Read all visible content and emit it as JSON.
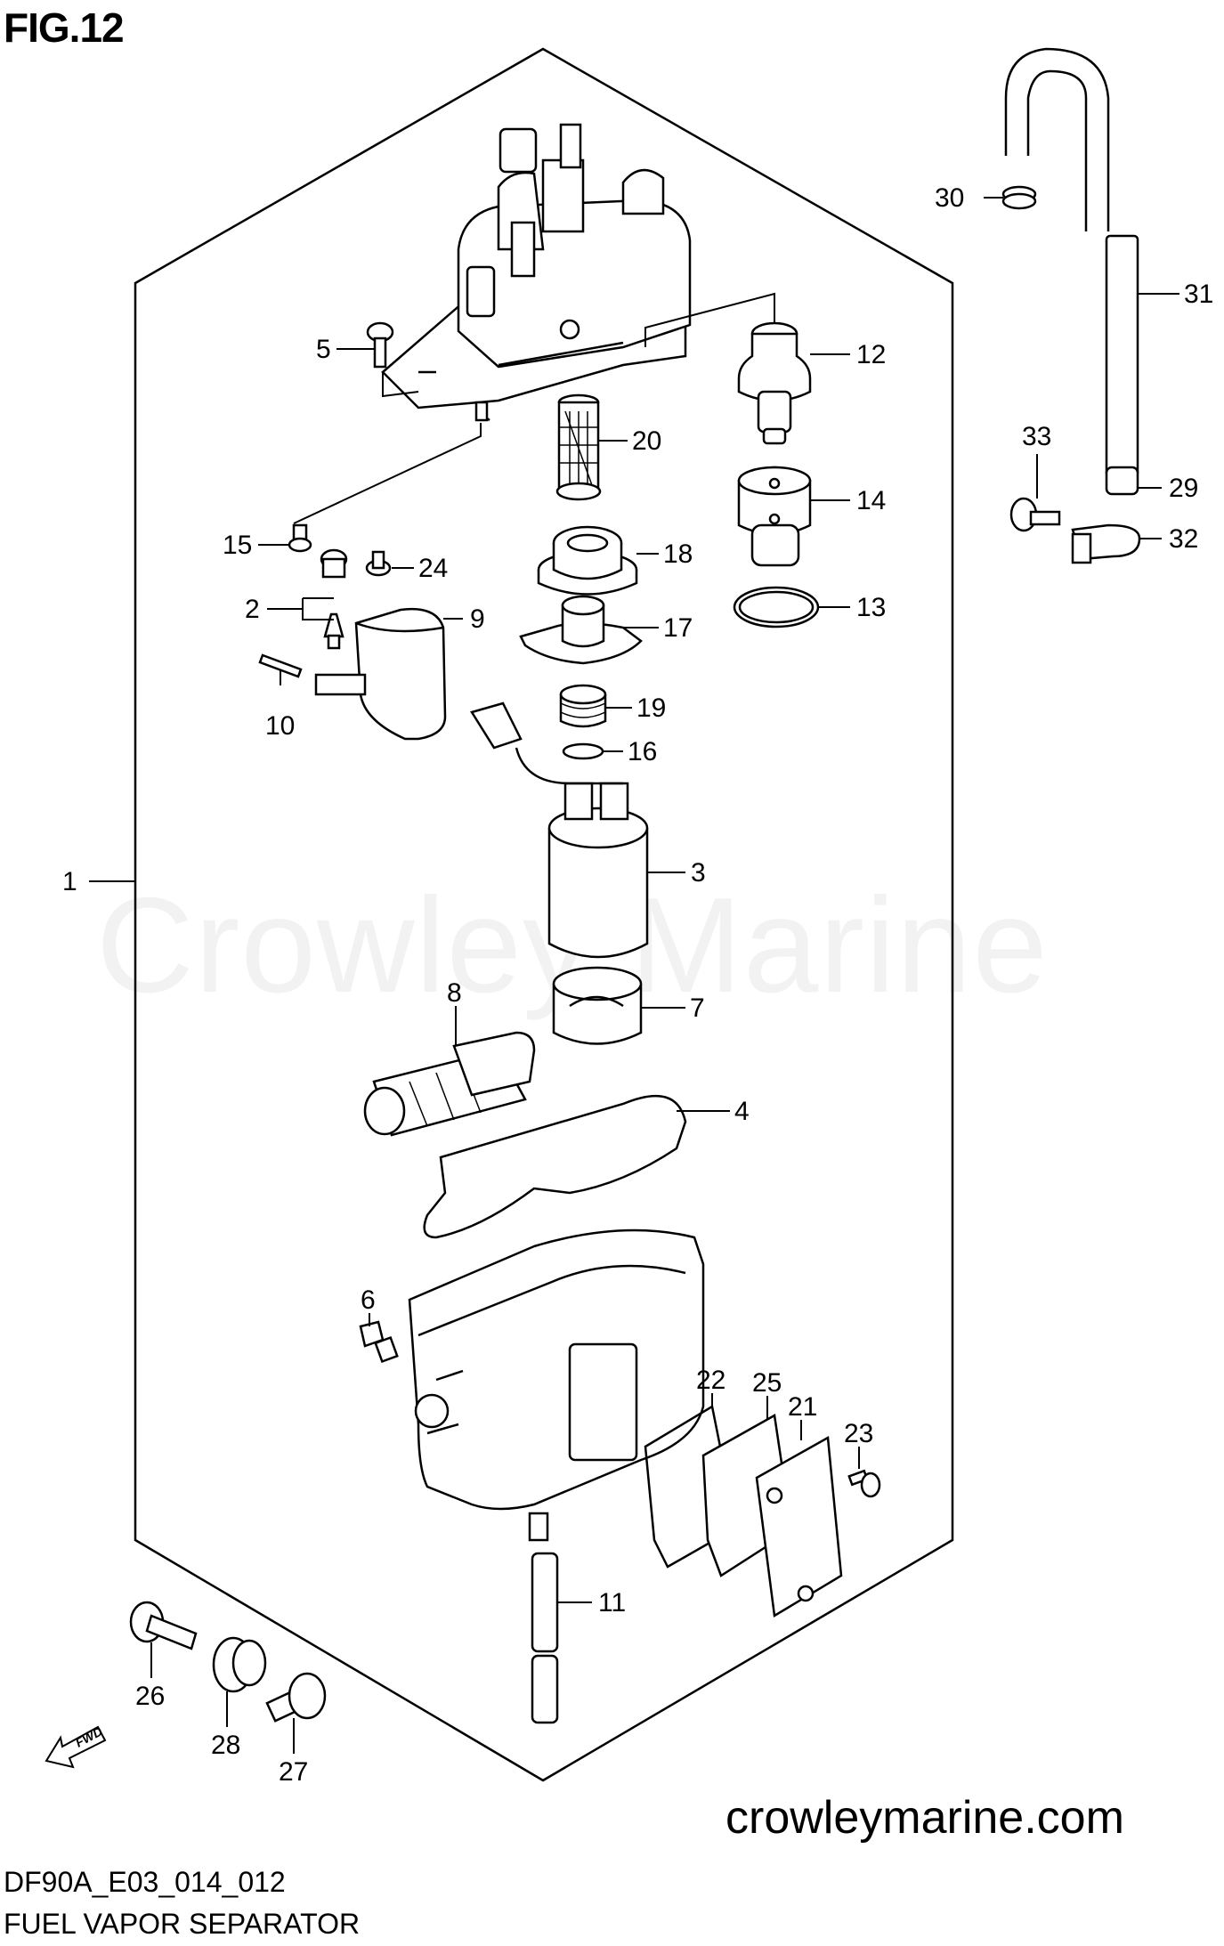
{
  "figure_label": "FIG.12",
  "watermark": "Crowley Marine",
  "website": "crowleymarine.com",
  "diagram_code": "DF90A_E03_014_012",
  "diagram_title": "FUEL VAPOR SEPARATOR",
  "fwd_label": "FWD",
  "parts": [
    {
      "id": "1",
      "label": "1"
    },
    {
      "id": "2",
      "label": "2"
    },
    {
      "id": "3",
      "label": "3"
    },
    {
      "id": "4",
      "label": "4"
    },
    {
      "id": "5",
      "label": "5"
    },
    {
      "id": "6",
      "label": "6"
    },
    {
      "id": "7",
      "label": "7"
    },
    {
      "id": "8",
      "label": "8"
    },
    {
      "id": "9",
      "label": "9"
    },
    {
      "id": "10",
      "label": "10"
    },
    {
      "id": "11",
      "label": "11"
    },
    {
      "id": "12",
      "label": "12"
    },
    {
      "id": "13",
      "label": "13"
    },
    {
      "id": "14",
      "label": "14"
    },
    {
      "id": "15",
      "label": "15"
    },
    {
      "id": "16",
      "label": "16"
    },
    {
      "id": "17",
      "label": "17"
    },
    {
      "id": "18",
      "label": "18"
    },
    {
      "id": "19",
      "label": "19"
    },
    {
      "id": "20",
      "label": "20"
    },
    {
      "id": "21",
      "label": "21"
    },
    {
      "id": "22",
      "label": "22"
    },
    {
      "id": "23",
      "label": "23"
    },
    {
      "id": "24",
      "label": "24"
    },
    {
      "id": "25",
      "label": "25"
    },
    {
      "id": "26",
      "label": "26"
    },
    {
      "id": "27",
      "label": "27"
    },
    {
      "id": "28",
      "label": "28"
    },
    {
      "id": "29",
      "label": "29"
    },
    {
      "id": "30",
      "label": "30"
    },
    {
      "id": "31",
      "label": "31"
    },
    {
      "id": "32",
      "label": "32"
    },
    {
      "id": "33",
      "label": "33"
    }
  ]
}
